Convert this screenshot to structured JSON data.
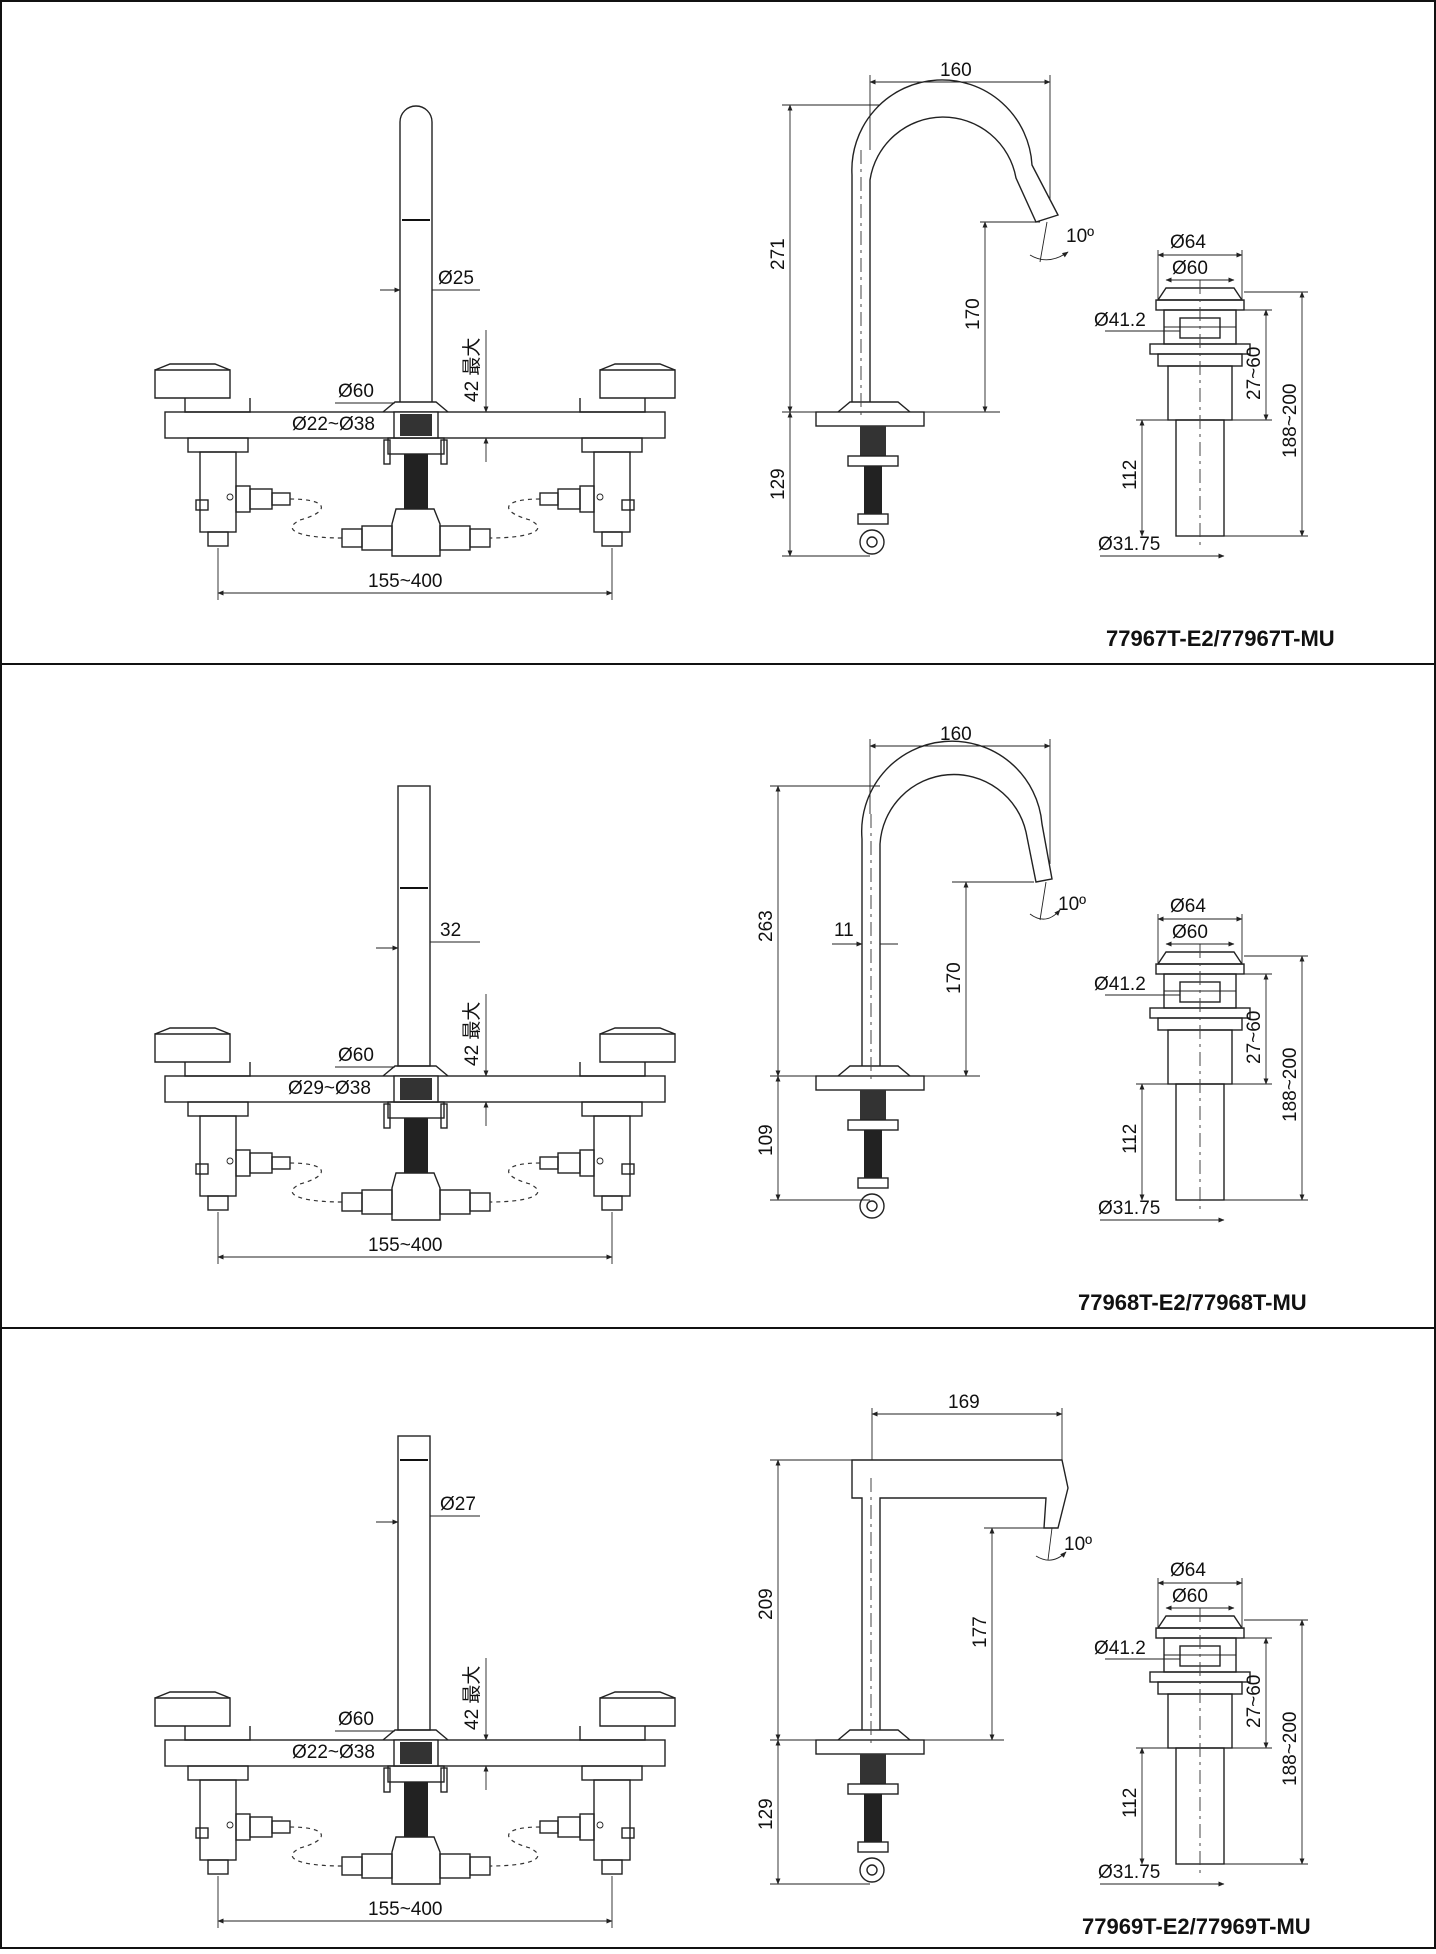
{
  "panels": [
    {
      "model": "77967T-E2/77967T-MU",
      "left": {
        "spout_dia": "Ø25",
        "base_dia": "Ø60",
        "hole_dia": "Ø22~Ø38",
        "max_thk": "42 最大",
        "spacing": "155~400"
      },
      "side": {
        "reach": "160",
        "height": "271",
        "outlet": "170",
        "below": "129",
        "angle": "10º",
        "neck": ""
      },
      "drain": {
        "d64": "Ø64",
        "d60": "Ø60",
        "d41": "Ø41.2",
        "adj": "27~60",
        "total": "188~200",
        "tail": "112",
        "d31": "Ø31.75"
      }
    },
    {
      "model": "77968T-E2/77968T-MU",
      "left": {
        "spout_dia": "32",
        "base_dia": "Ø60",
        "hole_dia": "Ø29~Ø38",
        "max_thk": "42 最大",
        "spacing": "155~400"
      },
      "side": {
        "reach": "160",
        "height": "263",
        "outlet": "170",
        "below": "109",
        "angle": "10º",
        "neck": "11"
      },
      "drain": {
        "d64": "Ø64",
        "d60": "Ø60",
        "d41": "Ø41.2",
        "adj": "27~60",
        "total": "188~200",
        "tail": "112",
        "d31": "Ø31.75"
      }
    },
    {
      "model": "77969T-E2/77969T-MU",
      "left": {
        "spout_dia": "Ø27",
        "base_dia": "Ø60",
        "hole_dia": "Ø22~Ø38",
        "max_thk": "42 最大",
        "spacing": "155~400"
      },
      "side": {
        "reach": "169",
        "height": "209",
        "outlet": "177",
        "below": "129",
        "angle": "10º",
        "neck": ""
      },
      "drain": {
        "d64": "Ø64",
        "d60": "Ø60",
        "d41": "Ø41.2",
        "adj": "27~60",
        "total": "188~200",
        "tail": "112",
        "d31": "Ø31.75"
      }
    }
  ]
}
